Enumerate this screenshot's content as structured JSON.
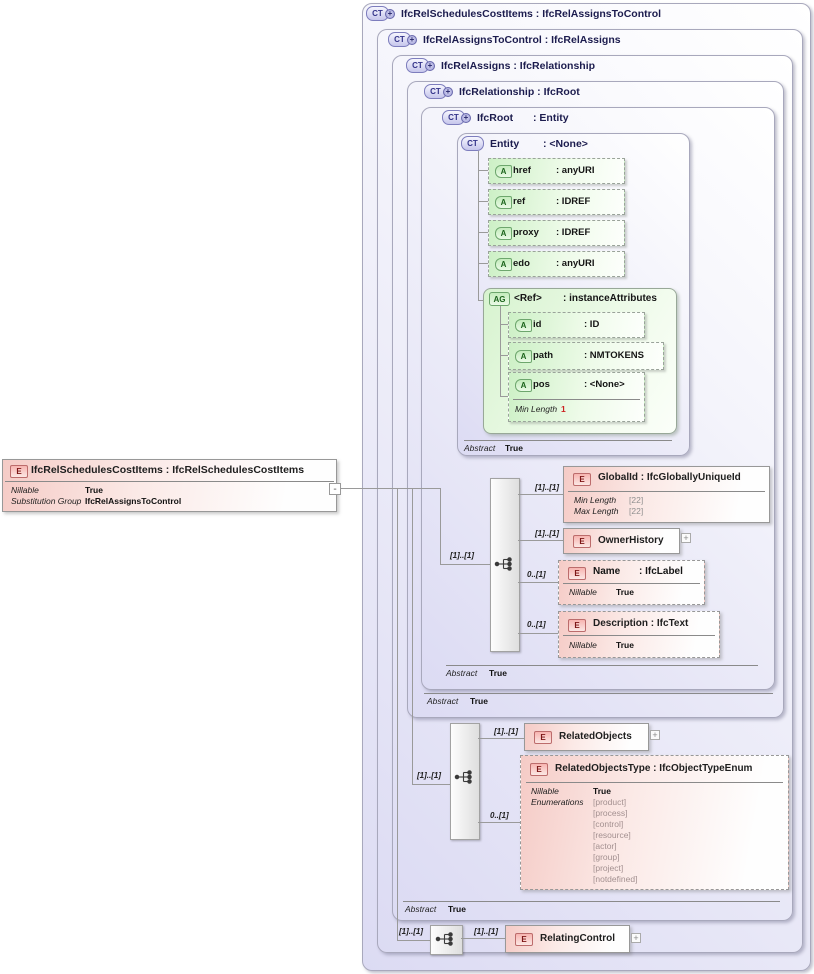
{
  "colors": {
    "type_box_fill": "#dcdbf3",
    "attribute_fill": "#cdf0c6",
    "element_fill": "#f5cbc6",
    "facet_alert": "#cc2020"
  },
  "element_declaration": {
    "icon": "E",
    "title": "IfcRelSchedulesCostItems : IfcRelSchedulesCostItems",
    "collapse_glyph": "-",
    "properties": [
      {
        "label": "Nillable",
        "value": "True"
      },
      {
        "label": "Substitution Group",
        "value": "IfcRelAssignsToControl"
      }
    ]
  },
  "type_hierarchy": {
    "ifcrelschedulescostitems": {
      "icon": "CT",
      "plus": "+",
      "title": "IfcRelSchedulesCostItems : IfcRelAssignsToControl"
    },
    "ifcrelassignstocontrol": {
      "icon": "CT",
      "plus": "+",
      "title": "IfcRelAssignsToControl : IfcRelAssigns"
    },
    "ifcrelassigns": {
      "icon": "CT",
      "plus": "+",
      "title": "IfcRelAssigns : IfcRelationship",
      "abstract": {
        "label": "Abstract",
        "value": "True"
      }
    },
    "ifcrelationship": {
      "icon": "CT",
      "plus": "+",
      "title": "IfcRelationship : IfcRoot",
      "abstract": {
        "label": "Abstract",
        "value": "True"
      }
    },
    "ifcroot": {
      "icon": "CT",
      "plus": "+",
      "name": "IfcRoot",
      "base": ": Entity",
      "abstract": {
        "label": "Abstract",
        "value": "True"
      }
    },
    "entity": {
      "icon": "CT",
      "name": "Entity",
      "base": ": <None>",
      "abstract": {
        "label": "Abstract",
        "value": "True"
      }
    }
  },
  "entity_attributes": [
    {
      "icon": "A",
      "name": "href",
      "type": ": anyURI"
    },
    {
      "icon": "A",
      "name": "ref",
      "type": ": IDREF"
    },
    {
      "icon": "A",
      "name": "proxy",
      "type": ": IDREF"
    },
    {
      "icon": "A",
      "name": "edo",
      "type": ": anyURI"
    }
  ],
  "attribute_group": {
    "icon": "AG",
    "name": "<Ref>",
    "type": ": instanceAttributes",
    "attributes": [
      {
        "icon": "A",
        "name": "id",
        "type": ": ID"
      },
      {
        "icon": "A",
        "name": "path",
        "type": ": NMTOKENS"
      },
      {
        "icon": "A",
        "name": "pos",
        "type": ": <None>",
        "facet_label": "Min Length",
        "facet_value": "1"
      }
    ]
  },
  "ifcroot_content": {
    "sequence_cardinality": "[1]..[1]",
    "global_id": {
      "cardinality": "[1]..[1]",
      "icon": "E",
      "title": "GlobalId : IfcGloballyUniqueId",
      "properties": [
        {
          "label": "Min Length",
          "value": "[22]"
        },
        {
          "label": "Max Length",
          "value": "[22]"
        }
      ]
    },
    "owner_history": {
      "cardinality": "[1]..[1]",
      "icon": "E",
      "title": "OwnerHistory",
      "expand": "+"
    },
    "name": {
      "cardinality": "0..[1]",
      "icon": "E",
      "name": "Name",
      "type": ": IfcLabel",
      "properties": [
        {
          "label": "Nillable",
          "value": "True"
        }
      ]
    },
    "description": {
      "cardinality": "0..[1]",
      "icon": "E",
      "title": "Description : IfcText",
      "properties": [
        {
          "label": "Nillable",
          "value": "True"
        }
      ]
    }
  },
  "ifcrelassigns_content": {
    "sequence_cardinality": "[1]..[1]",
    "related_objects": {
      "cardinality": "[1]..[1]",
      "icon": "E",
      "title": "RelatedObjects",
      "expand": "+"
    },
    "related_objects_type": {
      "cardinality": "0..[1]",
      "icon": "E",
      "title": "RelatedObjectsType : IfcObjectTypeEnum",
      "nillable_label": "Nillable",
      "nillable_value": "True",
      "enumerations_label": "Enumerations",
      "enumerations": [
        "[product]",
        "[process]",
        "[control]",
        "[resource]",
        "[actor]",
        "[group]",
        "[project]",
        "[notdefined]"
      ]
    }
  },
  "ifcrelassignstocontrol_content": {
    "sequence_cardinality": "[1]..[1]",
    "relating_control": {
      "cardinality": "[1]..[1]",
      "icon": "E",
      "title": "RelatingControl",
      "expand": "+"
    }
  }
}
